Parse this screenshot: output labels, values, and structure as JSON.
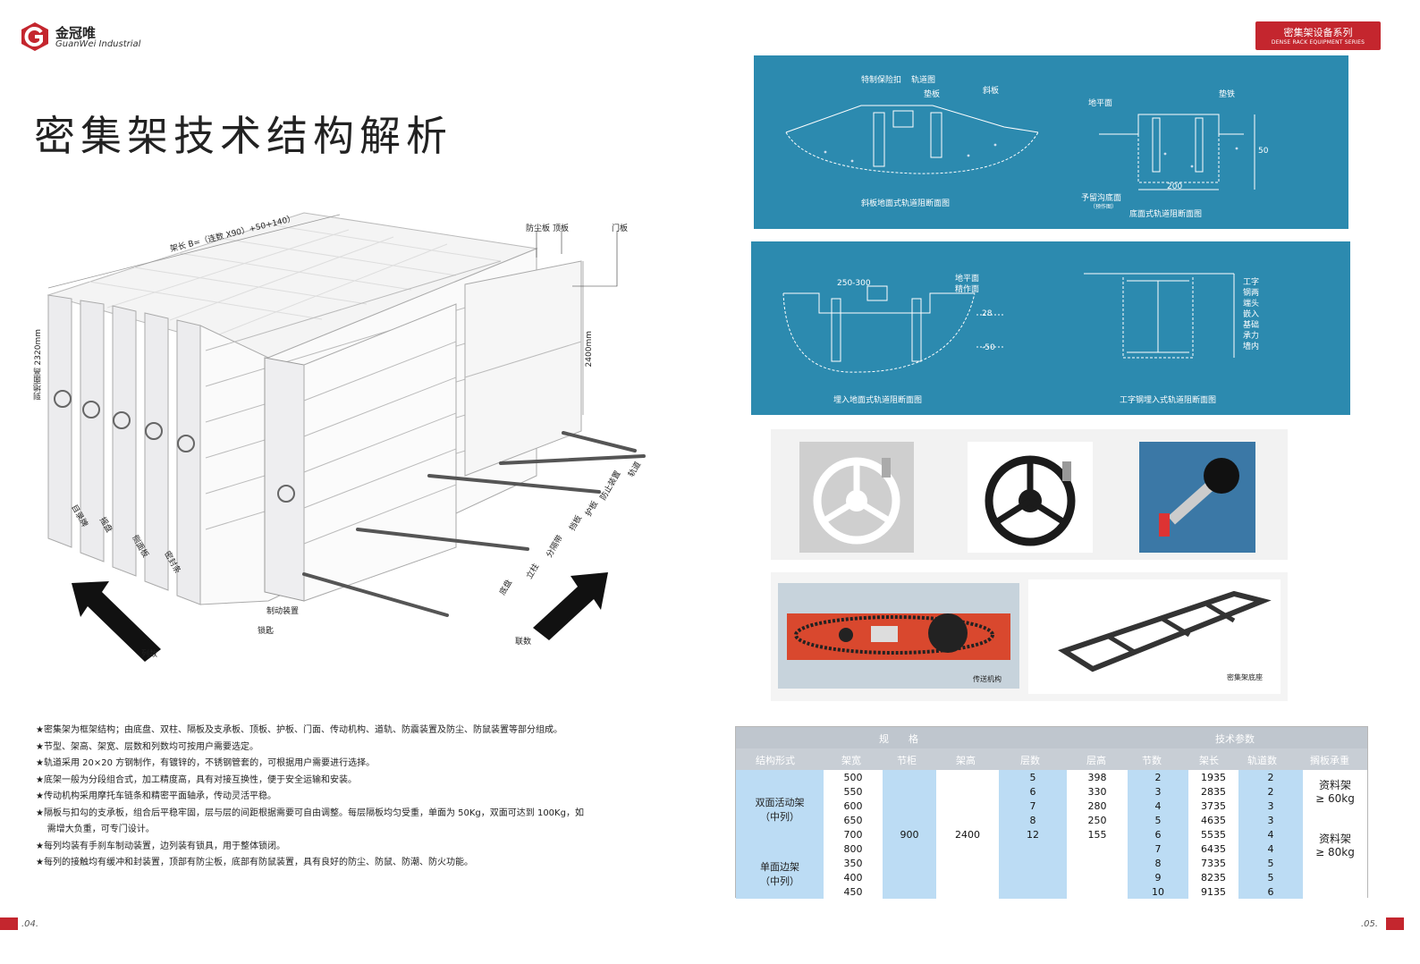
{
  "logo": {
    "cn": "金冠唯",
    "en": "GuanWei Industrial",
    "color": "#c4262e"
  },
  "title": "密集架技术结构解析",
  "badge": {
    "cn": "密集架设备系列",
    "en": "DENSE RACK EQUIPMENT SERIES"
  },
  "rack_labels": {
    "length": "架长 B=（连数 X90）+50+140）",
    "height_left": "到地面高 2320mm",
    "height_right": "2400mm",
    "dust": "防尘板",
    "top": "顶板",
    "door": "门板",
    "handle1": "目录牌",
    "handle2": "摇盘",
    "side": "侧面板",
    "seal": "密封条",
    "brake": "制动装置",
    "lock": "锁匙",
    "base": "底盘",
    "post": "立柱",
    "shelf": "分隔带",
    "board": "挡板",
    "guard": "护板",
    "antitilt": "防止装置",
    "rail": "轨道",
    "columns": "列数",
    "units": "联数"
  },
  "bullets": [
    "★密集架为框架结构；由底盘、双柱、隔板及支承板、顶板、护板、门面、传动机构、道轨、防震装置及防尘、防鼠装置等部分组成。",
    "★节型、架高、架宽、层数和列数均可按用户需要选定。",
    "★轨道采用 20×20 方钢制作，有镀锌的，不锈钢管套的，可根据用户需要进行选择。",
    "★底架一般为分段组合式，加工精度高，具有对接互换性，便于安全运输和安装。",
    "★传动机构采用摩托车链条和精密平面轴承，传动灵活平稳。",
    "★隔板与扣勾的支承板，组合后平稳牢固，层与层的间距根据需要可自由调整。每层隔板均匀受重，单面为 50Kg，双面可达到 100Kg，如",
    "    需增大负重，可专门设计。",
    "★每列均装有手刹车制动装置，边列装有锁具，用于整体锁闭。",
    "★每列的接触均有缓冲和封装置，顶部有防尘板，底部有防鼠装置，具有良好的防尘、防鼠、防潮、防火功能。"
  ],
  "panel1": {
    "labels": {
      "a": "特制保险扣",
      "b": "轨道图",
      "c": "垫板",
      "d": "斜板",
      "e": "地平面",
      "f": "垫铁",
      "g": "50",
      "h": "200",
      "i": "予留沟底面",
      "j": "（预作图）"
    },
    "cap_left": "斜板地面式轨道阻断面图",
    "cap_right": "底面式轨道阻断面图"
  },
  "panel2": {
    "labels": {
      "a": "250-300",
      "b": "地平面",
      "c": "精作面",
      "d": "28",
      "e": "-50",
      "f": "工字",
      "g": "钢两",
      "h": "端头",
      "i": "嵌入",
      "j": "基础",
      "k": "承力",
      "l": "墙内"
    },
    "cap_left": "埋入地面式轨道阻断面图",
    "cap_right": "工字钢埋入式轨道阻断面图"
  },
  "photos": {
    "transmission": "传送机构",
    "base": "密集架底座"
  },
  "table": {
    "group1": "规　　格",
    "group2": "技术参数",
    "headers": [
      "结构形式",
      "架宽",
      "节柜",
      "架高",
      "层数",
      "层高",
      "节数",
      "架长",
      "轨道数",
      "搁板承重"
    ],
    "type1": "双面活动架",
    "type1b": "（中列）",
    "type2": "单面边架",
    "type2b": "（中列）",
    "widths": [
      "500",
      "550",
      "600",
      "650",
      "700",
      "800",
      "350",
      "400",
      "450"
    ],
    "section": "900",
    "height": "2400",
    "layers": [
      "5",
      "6",
      "7",
      "8",
      "12"
    ],
    "layer_heights": [
      "398",
      "330",
      "280",
      "250",
      "155"
    ],
    "nodes": [
      "2",
      "3",
      "4",
      "5",
      "6",
      "7",
      "8",
      "9",
      "10"
    ],
    "lengths": [
      "1935",
      "2835",
      "3735",
      "4635",
      "5535",
      "6435",
      "7335",
      "8235",
      "9135"
    ],
    "rails": [
      "2",
      "2",
      "3",
      "3",
      "4",
      "4",
      "5",
      "5",
      "6"
    ],
    "load1": "资料架",
    "load1b": "≥ 60kg",
    "load2": "资料架",
    "load2b": "≥ 80kg"
  },
  "page_left": ".04.",
  "page_right": ".05."
}
